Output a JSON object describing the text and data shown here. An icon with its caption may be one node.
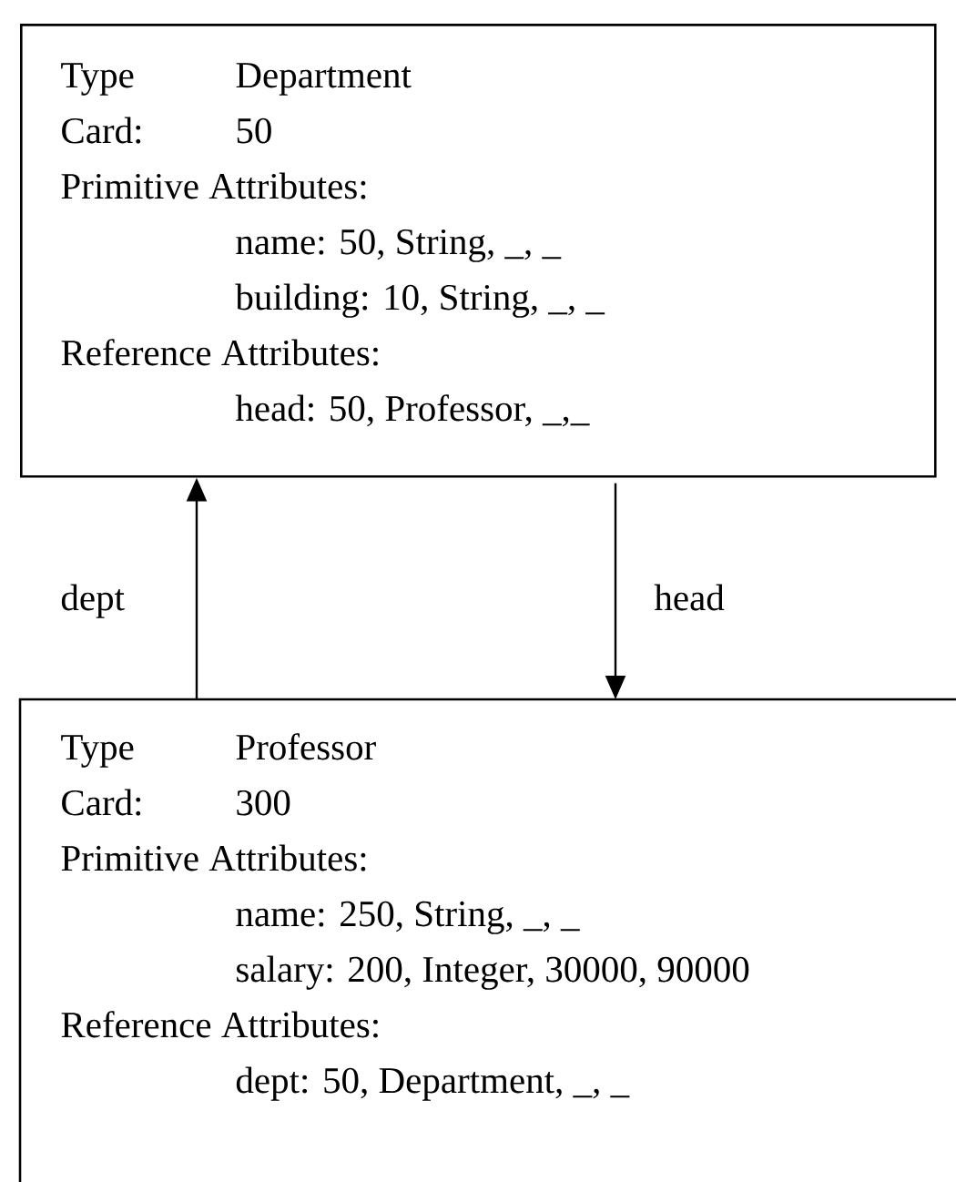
{
  "diagram": {
    "nodes": [
      {
        "text": [
          "Type",
          "Department",
          "Card:",
          "50",
          "Primitive Attributes:",
          "name: 50, String, _, _",
          "building: 10, String, _, _",
          "Reference Attributes:",
          "head: 50, Professor, _,_"
        ]
      },
      {
        "text": [
          "Type",
          "Professor",
          "Card:",
          "300",
          "Primitive Attributes:",
          "name: 250, String, _, _",
          "salary: 200, Integer,  30000, 90000",
          "Reference Attributes:",
          "dept: 50, Department, _, _"
        ]
      }
    ],
    "edges": [
      {
        "from": 1,
        "to": 0,
        "arrow": "to",
        "label": "dept"
      },
      {
        "from": 0,
        "to": 1,
        "arrow": "to",
        "label": "head"
      }
    ]
  }
}
